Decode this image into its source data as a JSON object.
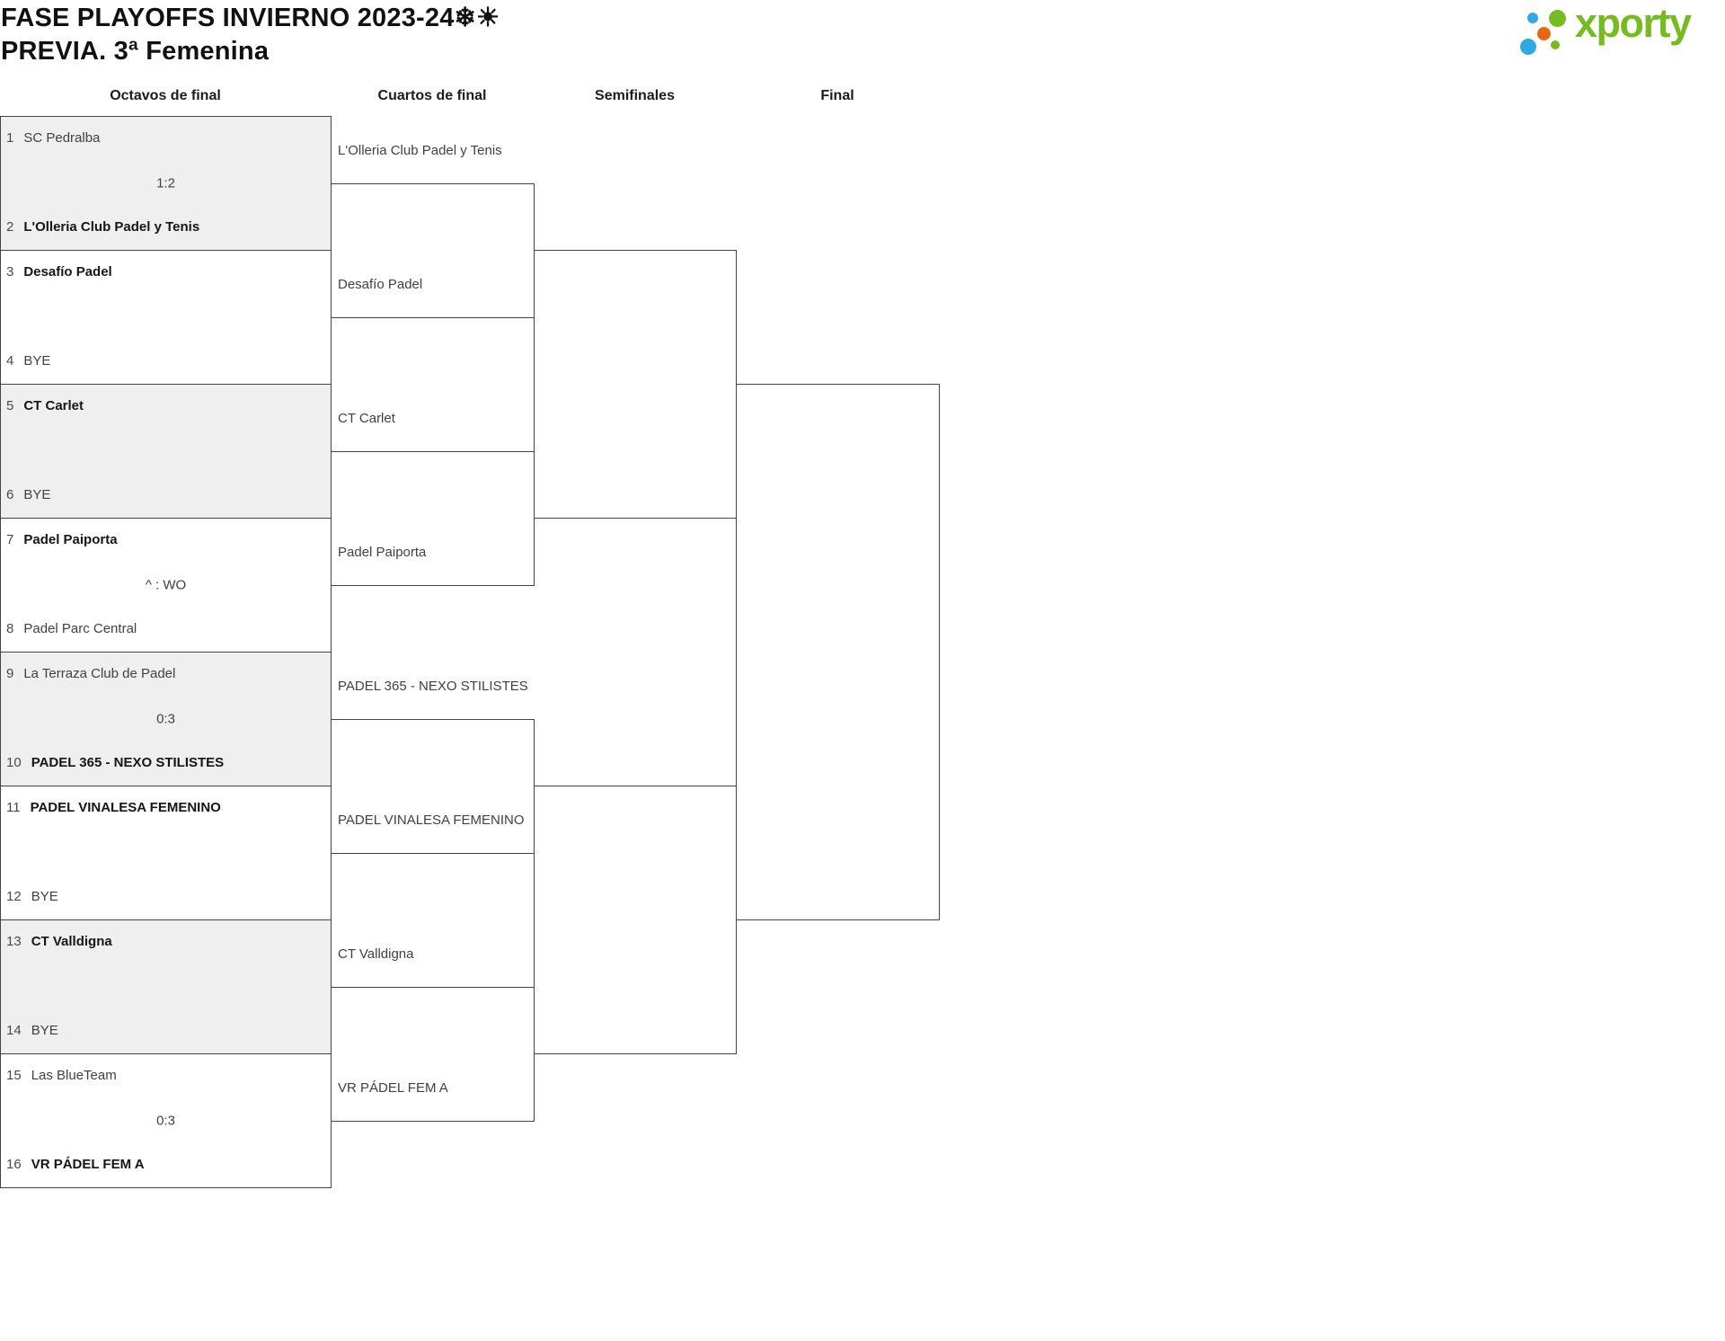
{
  "title": "FASE PLAYOFFS INVIERNO 2023-24❄☀",
  "subtitle": "PREVIA. 3ª Femenina",
  "logo": {
    "text": "xporty"
  },
  "theme": {
    "border": "#444444",
    "shade": "#efefef",
    "text": "#414141",
    "text-bold": "#161616",
    "logo-green": "#76BB20",
    "logo-blue": "#2FA9E1",
    "logo-orange": "#E8680F"
  },
  "columns": {
    "round16": "Octavos de final",
    "quarters": "Cuartos de final",
    "semis": "Semifinales",
    "final": "Final"
  },
  "round_of_16": [
    {
      "seed_a": "1",
      "team_a": "SC Pedralba",
      "bold_a": false,
      "score": "1:2",
      "seed_b": "2",
      "team_b": "L'Olleria Club Padel y Tenis",
      "bold_b": true
    },
    {
      "seed_a": "3",
      "team_a": "Desafío Padel",
      "bold_a": true,
      "score": "",
      "seed_b": "4",
      "team_b": "BYE",
      "bold_b": false
    },
    {
      "seed_a": "5",
      "team_a": "CT Carlet",
      "bold_a": true,
      "score": "",
      "seed_b": "6",
      "team_b": "BYE",
      "bold_b": false
    },
    {
      "seed_a": "7",
      "team_a": "Padel Paiporta",
      "bold_a": true,
      "score": "^ : WO",
      "seed_b": "8",
      "team_b": "Padel Parc Central",
      "bold_b": false
    },
    {
      "seed_a": "9",
      "team_a": "La Terraza Club de Padel",
      "bold_a": false,
      "score": "0:3",
      "seed_b": "10",
      "team_b": "PADEL 365 - NEXO STILISTES",
      "bold_b": true
    },
    {
      "seed_a": "11",
      "team_a": "PADEL VINALESA FEMENINO",
      "bold_a": true,
      "score": "",
      "seed_b": "12",
      "team_b": "BYE",
      "bold_b": false
    },
    {
      "seed_a": "13",
      "team_a": "CT Valldigna",
      "bold_a": true,
      "score": "",
      "seed_b": "14",
      "team_b": "BYE",
      "bold_b": false
    },
    {
      "seed_a": "15",
      "team_a": "Las BlueTeam",
      "bold_a": false,
      "score": "0:3",
      "seed_b": "16",
      "team_b": "VR PÁDEL FEM A",
      "bold_b": true
    }
  ],
  "quarterfinals": [
    "L'Olleria Club Padel y Tenis",
    "Desafío Padel",
    "CT Carlet",
    "Padel Paiporta",
    "PADEL 365 - NEXO STILISTES",
    "PADEL VINALESA FEMENINO",
    "CT Valldigna",
    "VR PÁDEL FEM A"
  ]
}
